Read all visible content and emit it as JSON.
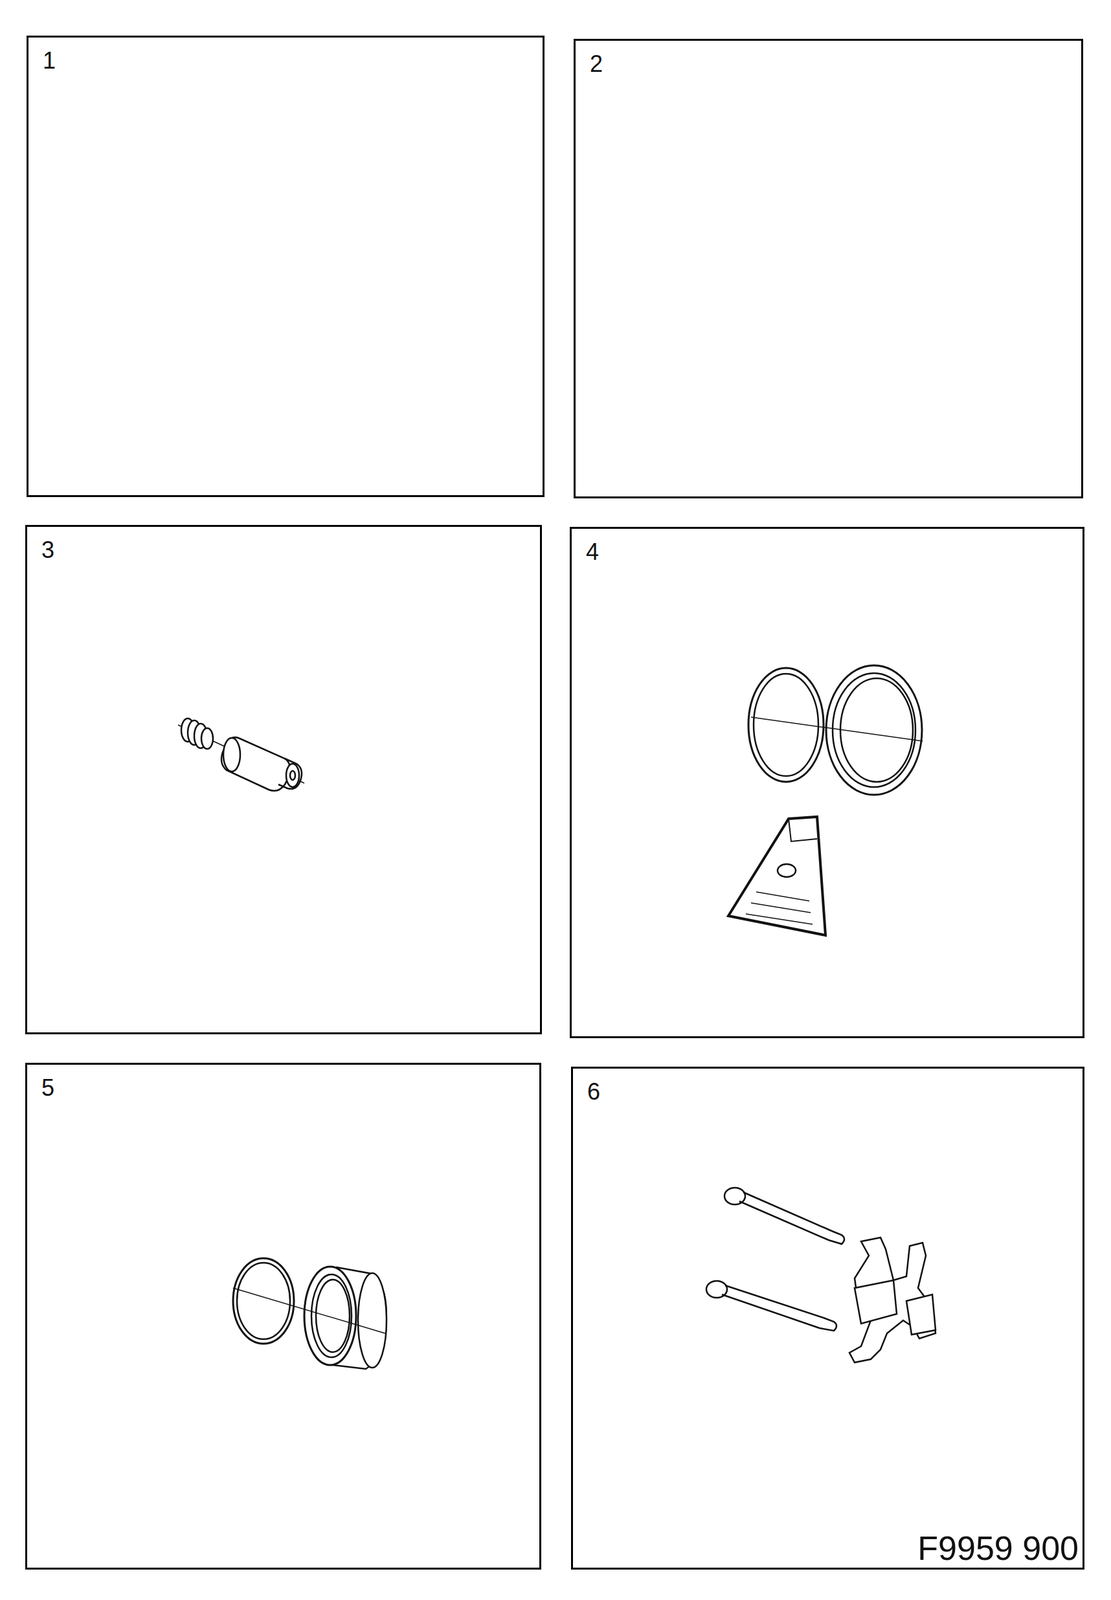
{
  "diagram": {
    "nodes": [
      {
        "text": [
          "1"
        ]
      },
      {
        "text": [
          "2"
        ]
      },
      {
        "text": [
          "3"
        ]
      },
      {
        "text": [
          "4"
        ]
      },
      {
        "text": [
          "5"
        ]
      },
      {
        "text": [
          "6"
        ]
      }
    ],
    "labels": [
      "F9959 900"
    ]
  }
}
